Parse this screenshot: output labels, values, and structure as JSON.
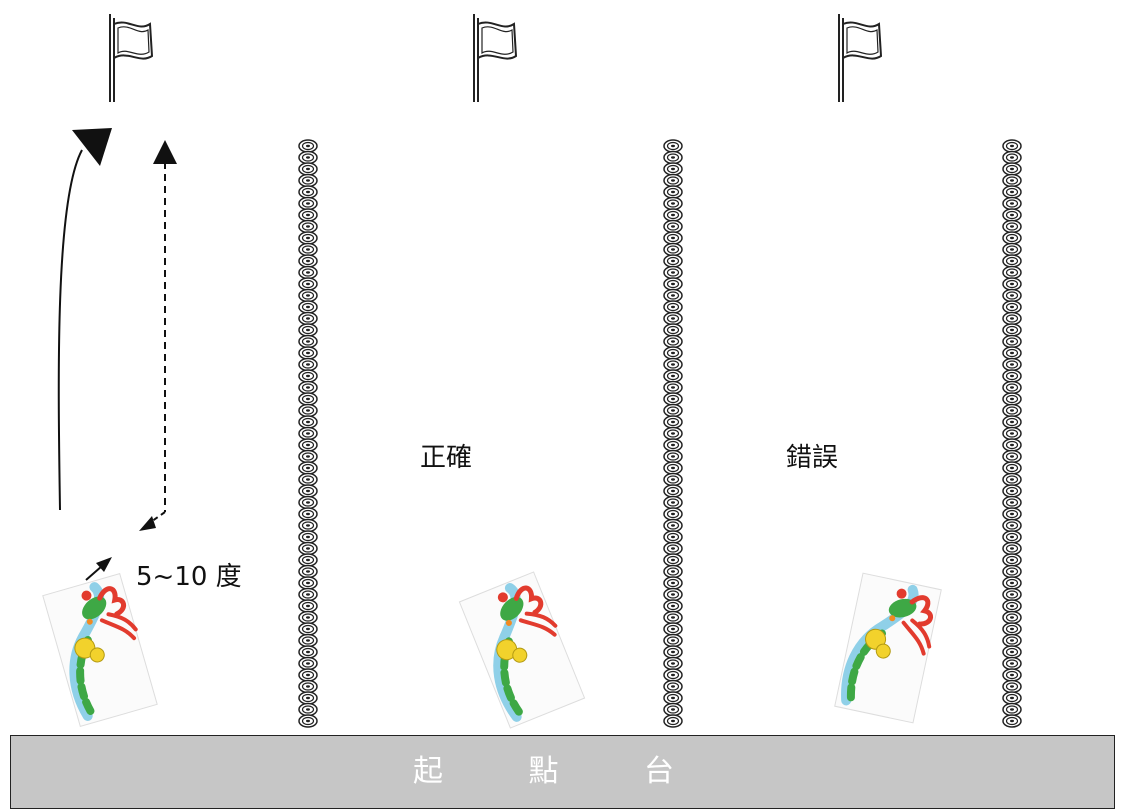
{
  "labels": {
    "angle": "5~10 度",
    "correct": "正確",
    "wrong": "錯誤",
    "platform": "起 點 台"
  },
  "icons": {
    "flag": "flag-icon",
    "lane_rope": "lane-rope-float-icon",
    "swimmer": "dragon-swimmer-icon"
  },
  "colors": {
    "platform": "#c6c6c6",
    "platform_text": "#ffffff",
    "ink": "#111111"
  }
}
